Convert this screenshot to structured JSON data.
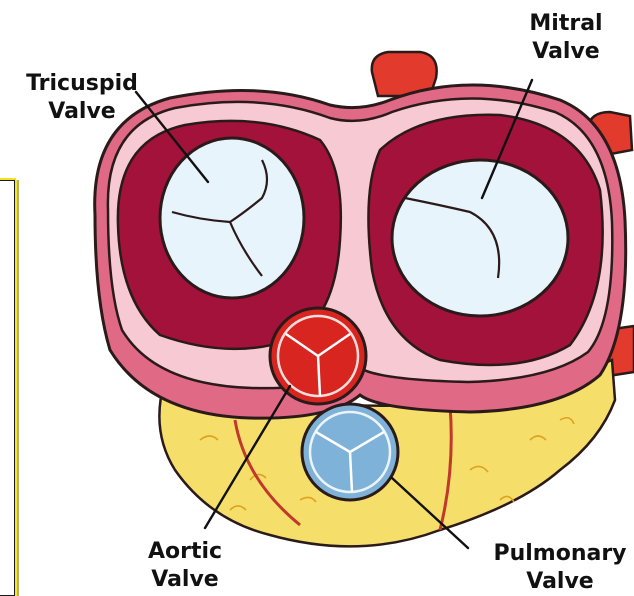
{
  "labels": {
    "tricuspid": {
      "line1": "Tricuspid",
      "line2": "Valve"
    },
    "mitral": {
      "line1": "Mitral",
      "line2": "Valve"
    },
    "aortic": {
      "line1": "Aortic",
      "line2": "Valve"
    },
    "pulmonary": {
      "line1": "Pulmonary",
      "line2": "Valve"
    }
  },
  "colors": {
    "outline": "#2a1a1a",
    "pericardium": "#f7c9d2",
    "myocardium_outer": "#e06a86",
    "myocardium_dark": "#a3123a",
    "chamber_red": "#c41a3e",
    "valve_leaflet": "#e8f4fb",
    "fat": "#f5df6a",
    "aortic": "#d8251f",
    "pulmonary": "#7fb2d8",
    "vessel_red": "#e23b2e"
  }
}
